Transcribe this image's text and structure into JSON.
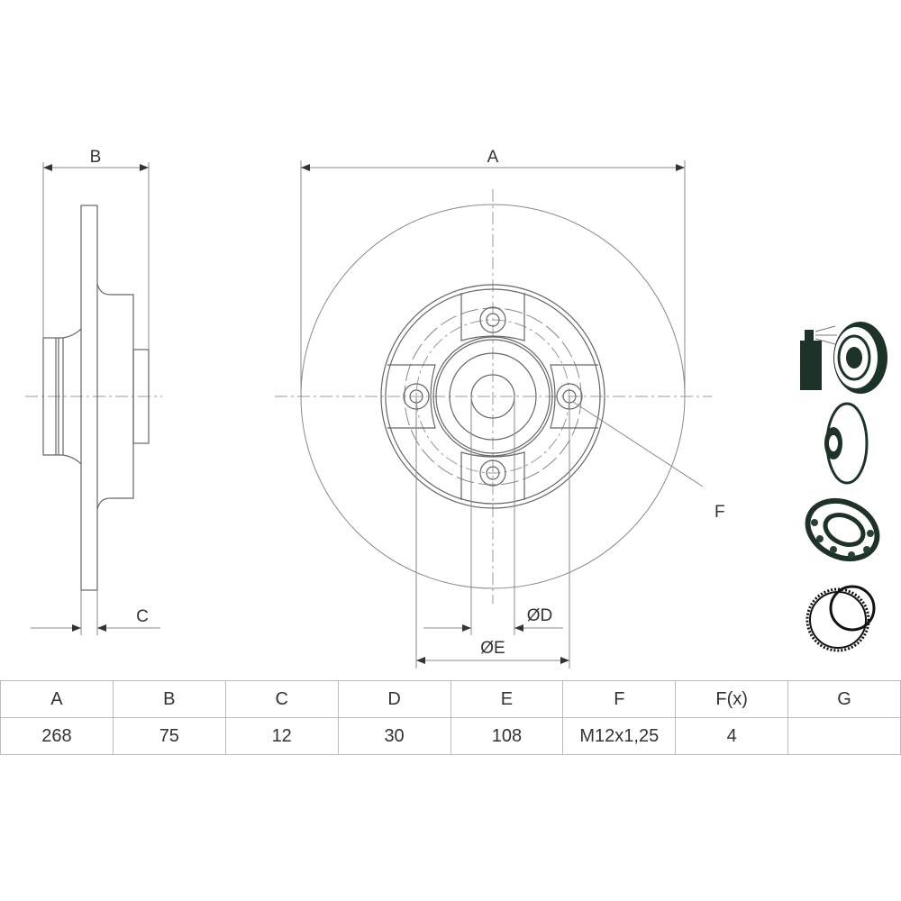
{
  "drawing": {
    "labels": {
      "A": "A",
      "B": "B",
      "C": "C",
      "D": "ØD",
      "E": "ØE",
      "F": "F"
    }
  },
  "icons": [
    "coated-disc-icon",
    "disc-with-hub-icon",
    "wheel-bearing-icon",
    "abs-ring-and-seal-icon"
  ],
  "table": {
    "headers": [
      "A",
      "B",
      "C",
      "D",
      "E",
      "F",
      "F(x)",
      "G"
    ],
    "values": [
      "268",
      "75",
      "12",
      "30",
      "108",
      "M12x1,25",
      "4",
      ""
    ]
  }
}
